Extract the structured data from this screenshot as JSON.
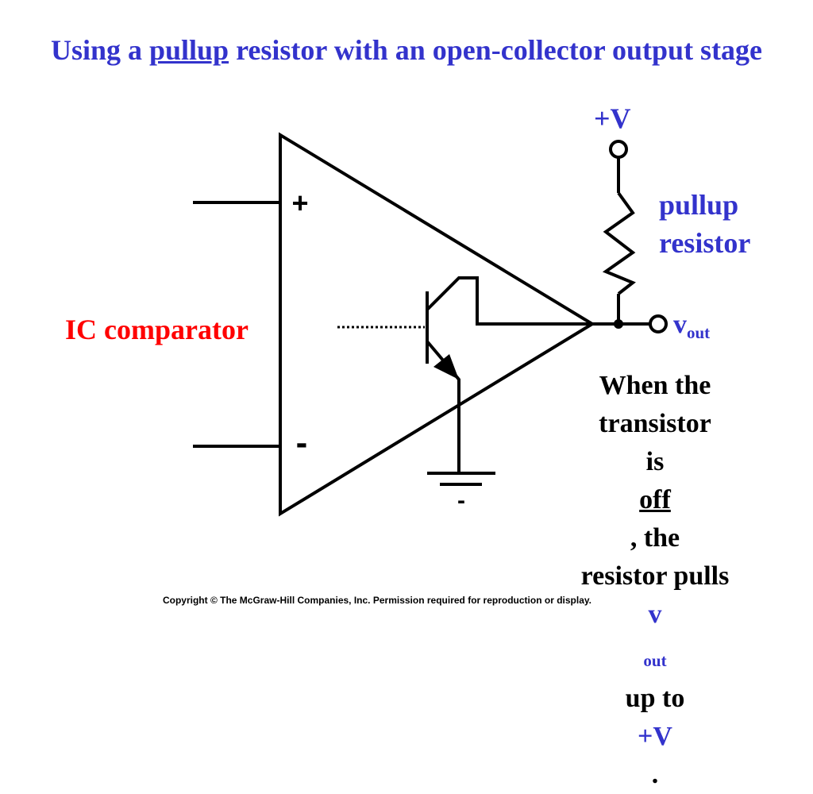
{
  "colors": {
    "title": "#3333cc",
    "label_blue": "#3333cc",
    "label_red": "#ff0000",
    "wire": "#000000",
    "text": "#000000"
  },
  "title": {
    "before": "Using a ",
    "underlined": "pullup",
    "after": " resistor with an open-collector output stage"
  },
  "labels": {
    "vplus": "+V",
    "pullup_line1": "pullup",
    "pullup_line2": "resistor",
    "vout_base": "v",
    "vout_sub": "out",
    "ic_comparator": "IC comparator",
    "plus_input": "+",
    "minus_input": "-",
    "ground_minus": "-"
  },
  "explanation": {
    "line1": "When the",
    "line2": "transistor",
    "line3_before": "is ",
    "line3_underlined": "off",
    "line3_after": ", the",
    "line4": "resistor pulls",
    "line5_v": "v",
    "line5_sub": "out",
    "line5_mid": " up to ",
    "line5_end": "+V",
    "line5_period": "."
  },
  "copyright": "Copyright © The McGraw-Hill Companies, Inc. Permission required for reproduction or display."
}
